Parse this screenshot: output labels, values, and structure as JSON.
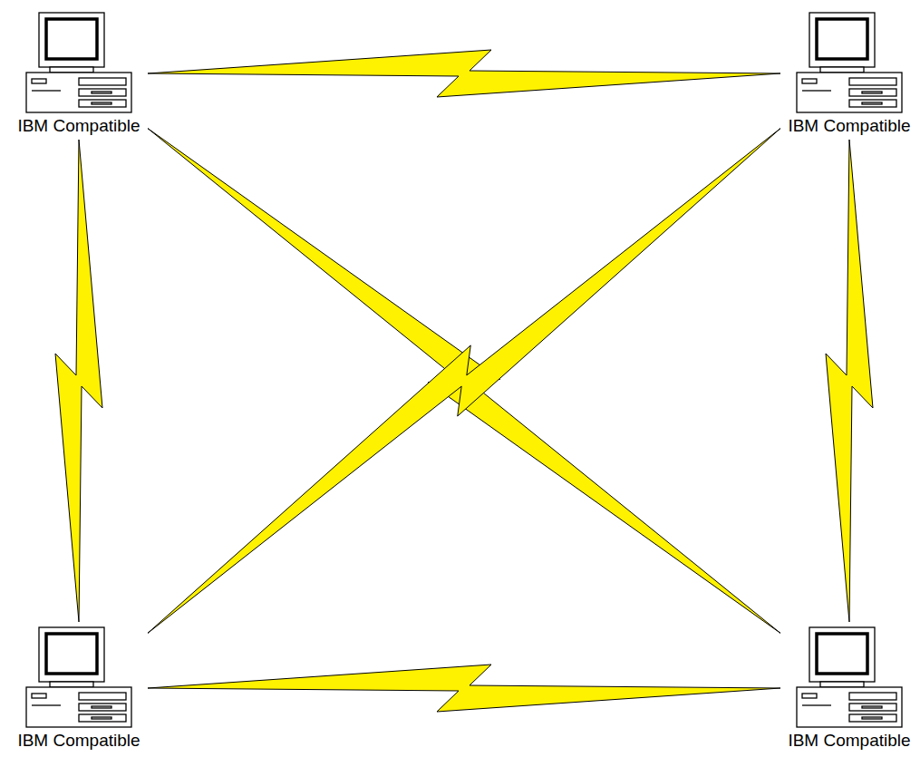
{
  "diagram": {
    "nodes": [
      {
        "text": [
          "IBM Compatible"
        ]
      },
      {
        "text": [
          "IBM Compatible"
        ]
      },
      {
        "text": [
          "IBM Compatible"
        ]
      },
      {
        "text": [
          "IBM Compatible"
        ]
      }
    ],
    "edges": [
      {
        "from": 0,
        "to": 1,
        "arrow": "none"
      },
      {
        "from": 0,
        "to": 2,
        "arrow": "none"
      },
      {
        "from": 1,
        "to": 3,
        "arrow": "none"
      },
      {
        "from": 2,
        "to": 3,
        "arrow": "none"
      },
      {
        "from": 0,
        "to": 3,
        "arrow": "none"
      },
      {
        "from": 1,
        "to": 2,
        "arrow": "none"
      }
    ]
  }
}
